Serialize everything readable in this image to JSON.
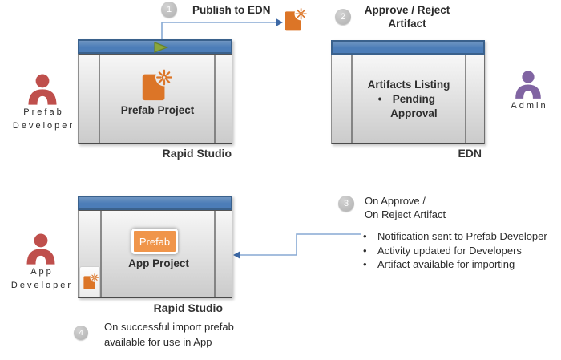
{
  "palette": {
    "titlebar_blue": "#4c7db8",
    "titlebar_blue_light": "#7096c2",
    "titlebar_border": "#3a618c",
    "window_body_top": "#f7f7f7",
    "window_body_bottom": "#cbcbcb",
    "window_line": "#6a6a6a",
    "connector_blue": "#87a9d3",
    "arrow_blue": "#3c68a5",
    "icon_orange": "#dc7527",
    "button_orange": "#f0954a",
    "person_red": "#bf4f4c",
    "person_purple": "#8064a2",
    "badge_gray": "#b0b0b0",
    "badge_gray_light": "#d2d2d2",
    "play_green": "#8aa63c",
    "play_green_dark": "#68832c",
    "text_dark": "#303030"
  },
  "actors": {
    "prefab_developer": {
      "line1": "Prefab",
      "line2": "Developer"
    },
    "admin": {
      "line1": "Admin"
    },
    "app_developer": {
      "line1": "App",
      "line2": "Developer"
    }
  },
  "steps": {
    "s1": {
      "num": "1",
      "label": "Publish to EDN"
    },
    "s2": {
      "num": "2",
      "label": "Approve / Reject Artifact"
    },
    "s3": {
      "num": "3",
      "line1": "On Approve /",
      "line2": "On Reject Artifact"
    },
    "s4": {
      "num": "4",
      "label": "On successful import prefab available for use in App"
    }
  },
  "windows": {
    "rapid_studio_top": {
      "content_label": "Prefab Project",
      "caption": "Rapid Studio"
    },
    "edn": {
      "list_title": "Artifacts Listing",
      "list_item": "Pending Approval",
      "caption": "EDN"
    },
    "rapid_studio_bottom": {
      "button_label": "Prefab",
      "content_label": "App Project",
      "caption": "Rapid Studio"
    }
  },
  "notes": {
    "bullets": [
      "Notification sent to Prefab Developer",
      "Activity updated for Developers",
      "Artifact available for importing"
    ]
  }
}
